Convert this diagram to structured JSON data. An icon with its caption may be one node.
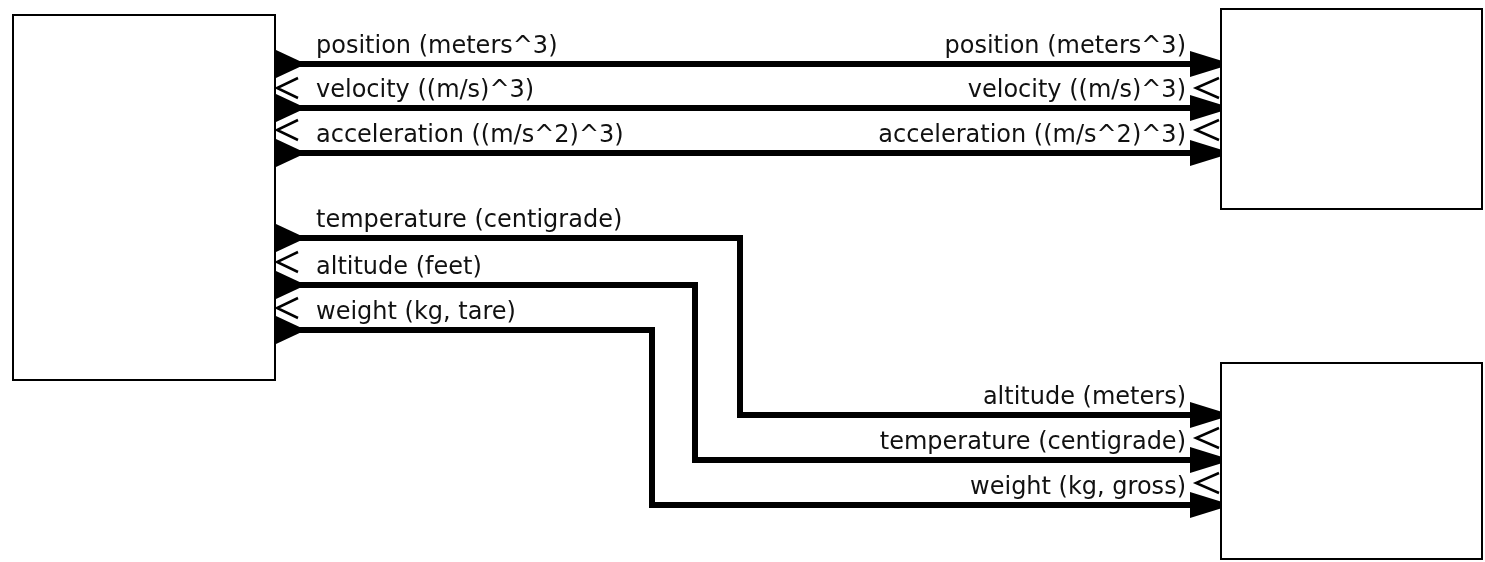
{
  "diagram": {
    "nodes": [
      {
        "text": [],
        "shape": "box",
        "beside": [
          "position (meters^3)",
          "velocity ((m/s)^3)",
          "acceleration ((m/s^2)^3)",
          "temperature (centigrade)",
          "altitude (feet)",
          "weight (kg, tare)"
        ]
      },
      {
        "text": [],
        "shape": "box",
        "beside": [
          "position (meters^3)",
          "velocity ((m/s)^3)",
          "acceleration ((m/s^2)^3)"
        ]
      },
      {
        "text": [],
        "shape": "box",
        "beside": [
          "altitude (meters)",
          "temperature (centigrade)",
          "weight (kg, gross)"
        ]
      }
    ],
    "edges": [
      {
        "from": 0,
        "to": 1,
        "arrow": "to"
      },
      {
        "from": 0,
        "to": 1,
        "arrow": "to"
      },
      {
        "from": 0,
        "to": 1,
        "arrow": "to"
      },
      {
        "from": 0,
        "to": 2,
        "arrow": "to"
      },
      {
        "from": 0,
        "to": 2,
        "arrow": "to"
      },
      {
        "from": 0,
        "to": 2,
        "arrow": "to"
      }
    ]
  }
}
